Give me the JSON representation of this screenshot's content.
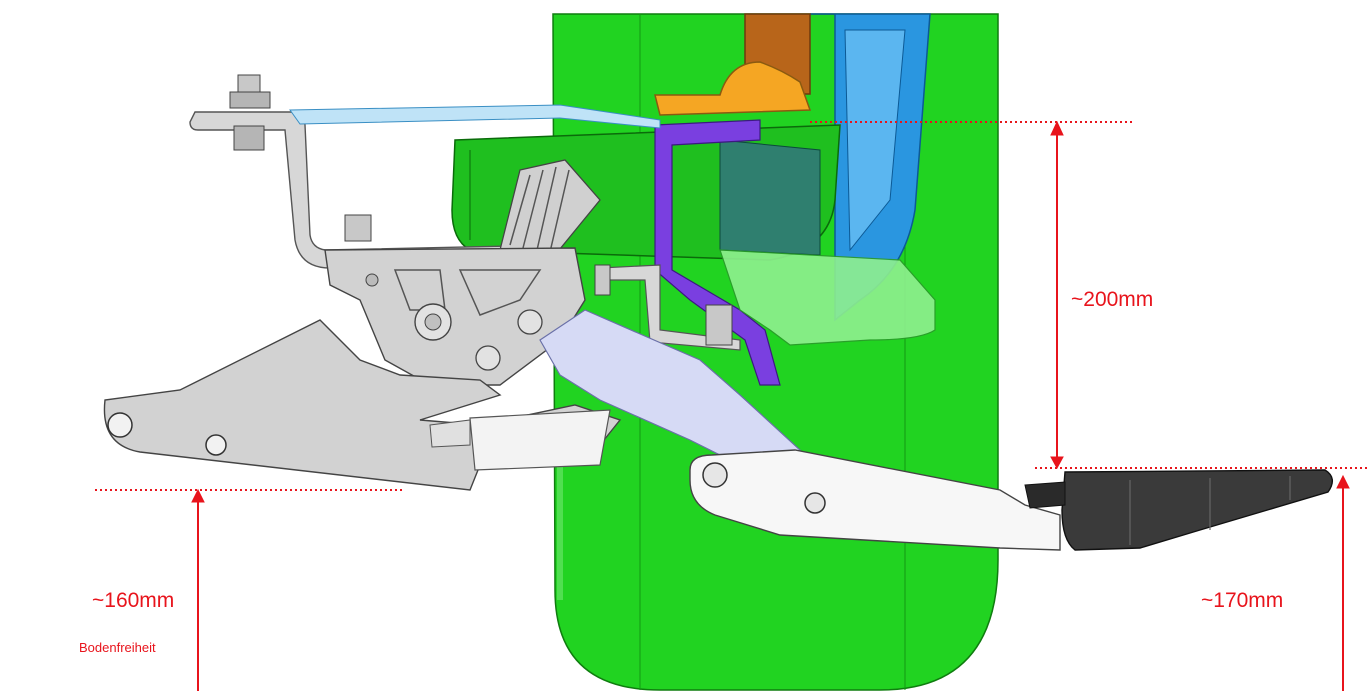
{
  "dimensions": [
    {
      "id": "dim-200",
      "label": "~200mm"
    },
    {
      "id": "dim-160",
      "label": "~160mm",
      "note": "Bodenfreiheit"
    },
    {
      "id": "dim-170",
      "label": "~170mm"
    }
  ],
  "colors": {
    "dimension": "#e8141c",
    "wheel": "#21d321",
    "wheel_dark": "#139a13",
    "frame_blue": "#2a96e0",
    "part_orange": "#f5a623",
    "part_purple": "#7a3fe0",
    "bracket_grey": "#c9c9c9",
    "arm_lavender": "#d6daf5",
    "footpeg_dark": "#3a3a3a"
  }
}
